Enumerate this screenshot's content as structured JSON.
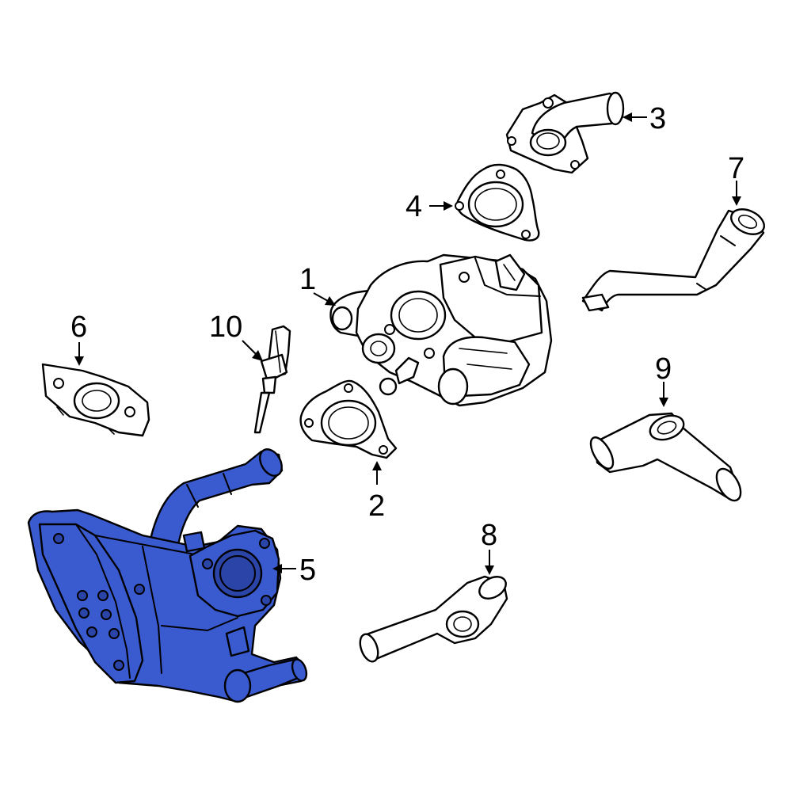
{
  "diagram": {
    "highlight_color": "#3a5bd0",
    "highlight_dark_color": "#2a44a8",
    "callouts": [
      {
        "id": "1",
        "label": "1"
      },
      {
        "id": "2",
        "label": "2"
      },
      {
        "id": "3",
        "label": "3"
      },
      {
        "id": "4",
        "label": "4"
      },
      {
        "id": "5",
        "label": "5"
      },
      {
        "id": "6",
        "label": "6"
      },
      {
        "id": "7",
        "label": "7"
      },
      {
        "id": "8",
        "label": "8"
      },
      {
        "id": "9",
        "label": "9"
      },
      {
        "id": "10",
        "label": "10"
      }
    ]
  }
}
